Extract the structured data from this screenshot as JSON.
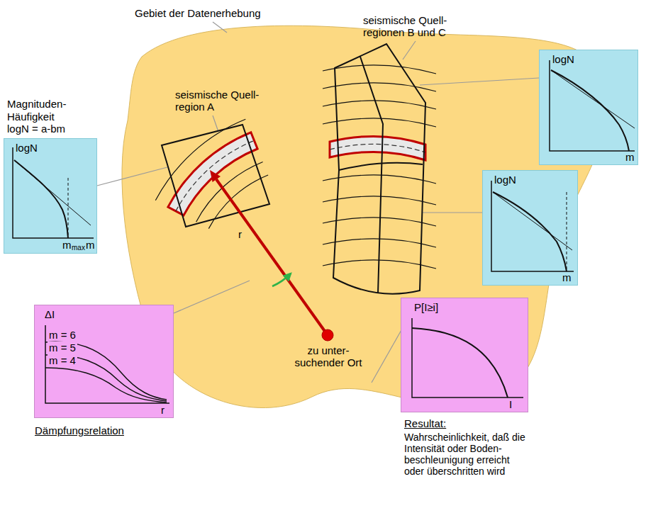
{
  "diagram": {
    "nodes": [
      {
        "text": [
          "Magnituden- Häufigkeit logN = a-bm",
          "logN",
          "m",
          "max",
          "m"
        ]
      },
      {
        "text": [
          "logN",
          "m"
        ]
      },
      {
        "text": [
          "logN",
          "m"
        ]
      },
      {
        "text": [
          "ΔI",
          "m = 6",
          "m = 5",
          "m = 4",
          "r",
          "Dämpfungsrelation"
        ]
      },
      {
        "text": [
          "P[I≥i]",
          "I",
          "Resultat:",
          "Wahrscheinlichkeit, daß die Intensität oder Boden- beschleunigung erreicht oder überschritten wird"
        ]
      }
    ],
    "labels": [
      "Gebiet der Datenerhebung",
      "seismische Quell- region A",
      "seismische Quell- regionen B und C",
      "r",
      "zu unter- suchender Ort"
    ]
  }
}
